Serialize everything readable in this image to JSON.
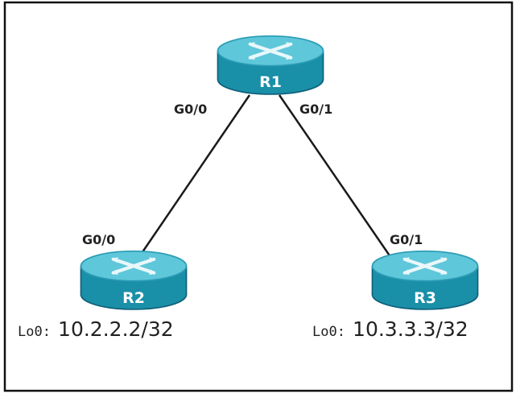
{
  "routers": [
    {
      "id": "r1",
      "label": "R1"
    },
    {
      "id": "r2",
      "label": "R2"
    },
    {
      "id": "r3",
      "label": "R3"
    }
  ],
  "links": [
    {
      "from": "R1",
      "from_interface": "G0/0",
      "to": "R2",
      "to_interface": "G0/0"
    },
    {
      "from": "R1",
      "from_interface": "G0/1",
      "to": "R3",
      "to_interface": "G0/1"
    }
  ],
  "loopbacks": {
    "r2": {
      "interface": "Lo0:",
      "address": "10.2.2.2/32"
    },
    "r3": {
      "interface": "Lo0:",
      "address": "10.3.3.3/32"
    }
  },
  "colors": {
    "router_top": "#5ec7d9",
    "router_body": "#1a8fa8",
    "router_edge": "#10607a",
    "link": "#1a1a1a",
    "frame": "#111111"
  },
  "icons": {
    "router": "router-icon"
  }
}
